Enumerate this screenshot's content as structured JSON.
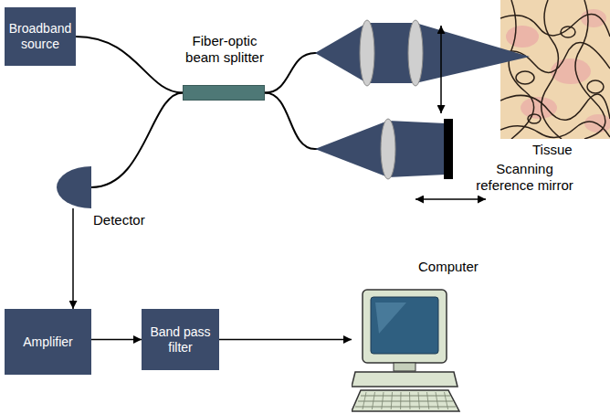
{
  "diagram": {
    "nodes": [
      {
        "text": [
          "Broadband source"
        ]
      },
      {
        "text": [
          "Fiber-optic beam splitter"
        ]
      },
      {
        "text": [
          "Tissue"
        ]
      },
      {
        "text": [
          "Scanning reference mirror"
        ]
      },
      {
        "text": [
          "Detector"
        ]
      },
      {
        "text": [
          "Amplifier"
        ]
      },
      {
        "text": [
          "Band pass filter"
        ]
      },
      {
        "text": [
          "Computer"
        ]
      }
    ],
    "edges": [
      {
        "from": 0,
        "to": 1,
        "arrow": "none"
      },
      {
        "from": 4,
        "to": 1,
        "arrow": "none"
      },
      {
        "from": 1,
        "to": 2,
        "arrow": "none"
      },
      {
        "from": 1,
        "to": 3,
        "arrow": "none"
      },
      {
        "from": 4,
        "to": 5,
        "arrow": "to"
      },
      {
        "from": 5,
        "to": 6,
        "arrow": "to"
      },
      {
        "from": 6,
        "to": 7,
        "arrow": "to"
      }
    ]
  }
}
